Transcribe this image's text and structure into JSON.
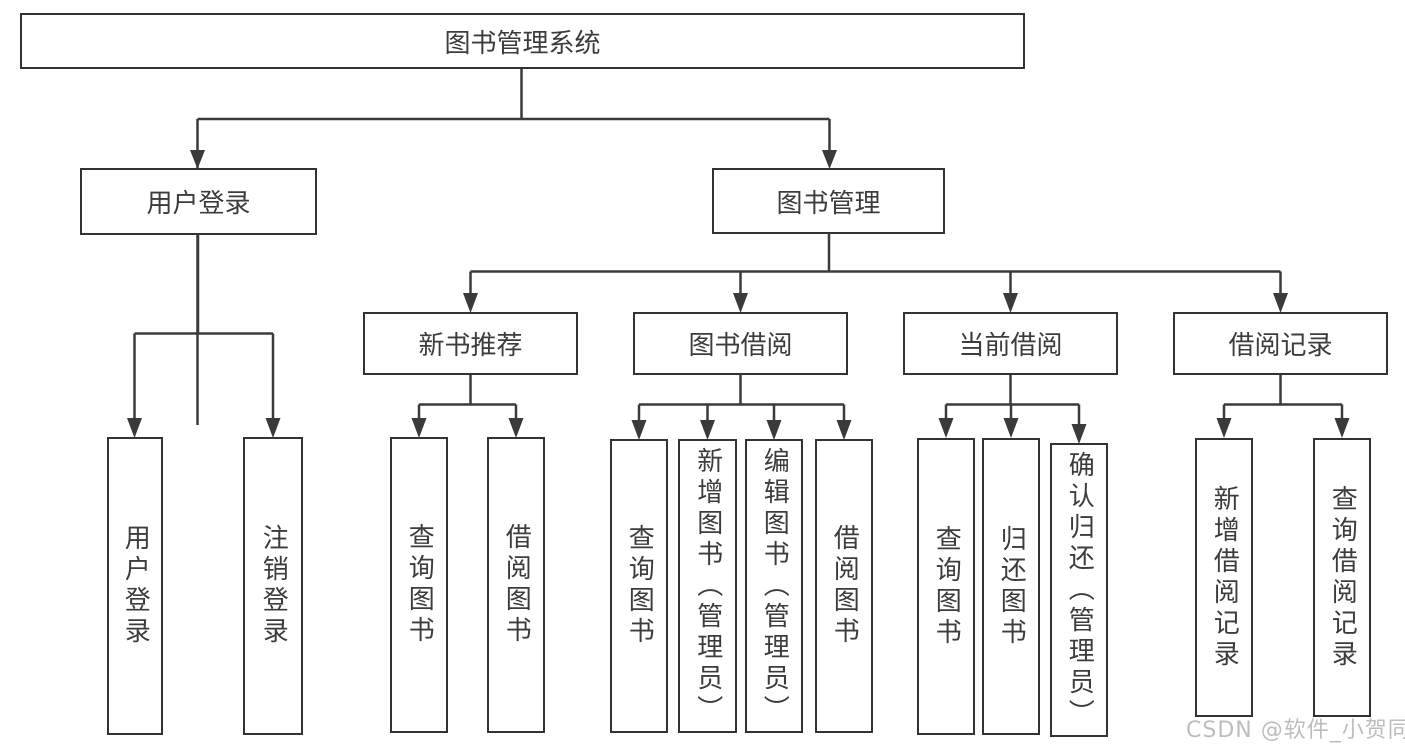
{
  "tree": {
    "root": {
      "label": "图书管理系统"
    },
    "children": [
      {
        "label": "用户登录",
        "children": [
          {
            "label": "用户登录"
          },
          {
            "label": "注销登录"
          }
        ]
      },
      {
        "label": "图书管理",
        "children": [
          {
            "label": "新书推荐",
            "children": [
              {
                "label": "查询图书"
              },
              {
                "label": "借阅图书"
              }
            ]
          },
          {
            "label": "图书借阅",
            "children": [
              {
                "label": "查询图书"
              },
              {
                "label": "新增图书（管理员）"
              },
              {
                "label": "编辑图书（管理员）"
              },
              {
                "label": "借阅图书"
              }
            ]
          },
          {
            "label": "当前借阅",
            "children": [
              {
                "label": "查询图书"
              },
              {
                "label": "归还图书"
              },
              {
                "label": "确认归还（管理员）"
              }
            ]
          },
          {
            "label": "借阅记录",
            "children": [
              {
                "label": "新增借阅记录"
              },
              {
                "label": "查询借阅记录"
              }
            ]
          }
        ]
      }
    ]
  },
  "watermark": "CSDN @软件_小贺同学",
  "colors": {
    "line": "#3a3a3a",
    "box_border": "#333333",
    "text": "#3c3c3c",
    "watermark": "#adadad"
  }
}
